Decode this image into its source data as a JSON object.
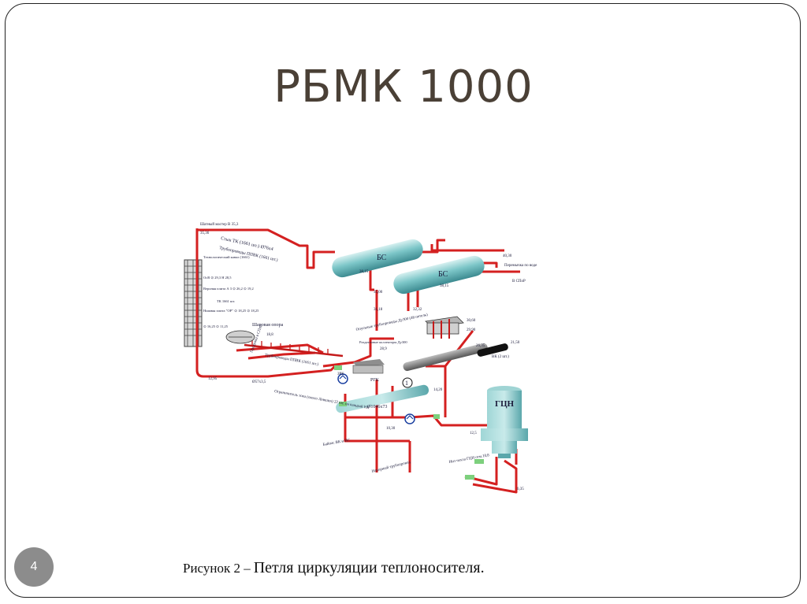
{
  "slide": {
    "title": "РБМК 1000",
    "page_number": "4",
    "caption_prefix": "Рисунок 2 –",
    "caption_text": "Петля циркуляции теплоносителя."
  },
  "diagram": {
    "labels": {
      "separator_1": "БС",
      "separator_2": "БС",
      "pump": "ГЦН",
      "rgk": "РГК",
      "circle_marker": "1",
      "top_mark": "Шатный мастер В 35,3",
      "top_elev": "35,36",
      "ppvk": "Трубопроводы ППВК (1661 шт.)",
      "tk_top": "Стык ТК (1661 шт.) Ø76x4",
      "tech_channel": "Технологический канал (1661)",
      "elev_4030": "40,30",
      "per_water": "Перемычка по воде",
      "to_sspr": "В СПоР",
      "elev_3815": "38,15",
      "elev_3815b": "38,15",
      "elev_3500": "35,00",
      "elev_3118": "31,18",
      "elev_3232": "32,32",
      "downcomer": "Опускные трубопроводы Ду300 (48 петель)",
      "elev_3060": "30,60",
      "elev_2990": "29,90",
      "collector": "Раздаточные коллекторы Ду300",
      "elev_2890": "28,9",
      "elev_2635": "26,35",
      "elev_2150": "21,50",
      "vk": "ВК (2 шт.)",
      "sharik": "Шаровая опора",
      "elev_188": "18,8",
      "produv": "Продувка в СПоР",
      "lower_pipes": "Трубопроводы ППВК (1661 шт.)",
      "zrk": "ЗРК",
      "elev_1295": "12,95",
      "elev_d57": "Ø57x3,5",
      "limiter": "Ограничитель тока (около Левшин) 22 шт. на каждый НК",
      "elev_1420": "14,20",
      "main_pipe": "Ø1046x73",
      "elev_1030": "10,30",
      "bypass": "Байпас ВК и НС",
      "elev_125": "12,5",
      "gcn_under": "Низ чехла ГЦН отм.10,8",
      "nap": "Напорный трубопровод",
      "elev_635": "6,35",
      "elev_side_1": "ОсВ ⊙ 29,3 Н 28,5",
      "elev_side_2": "Верхняя плита А 3 ⊙ 26,2 ⊙ 19,2",
      "elev_side_3": "ТК 1661 шт.",
      "elev_side_4": "Нижняя плита \"ОР\" ⊙ 18,25 ⊙ 18,25",
      "elev_side_5": "⊙ 16,25 ⊙ 11,25"
    }
  }
}
